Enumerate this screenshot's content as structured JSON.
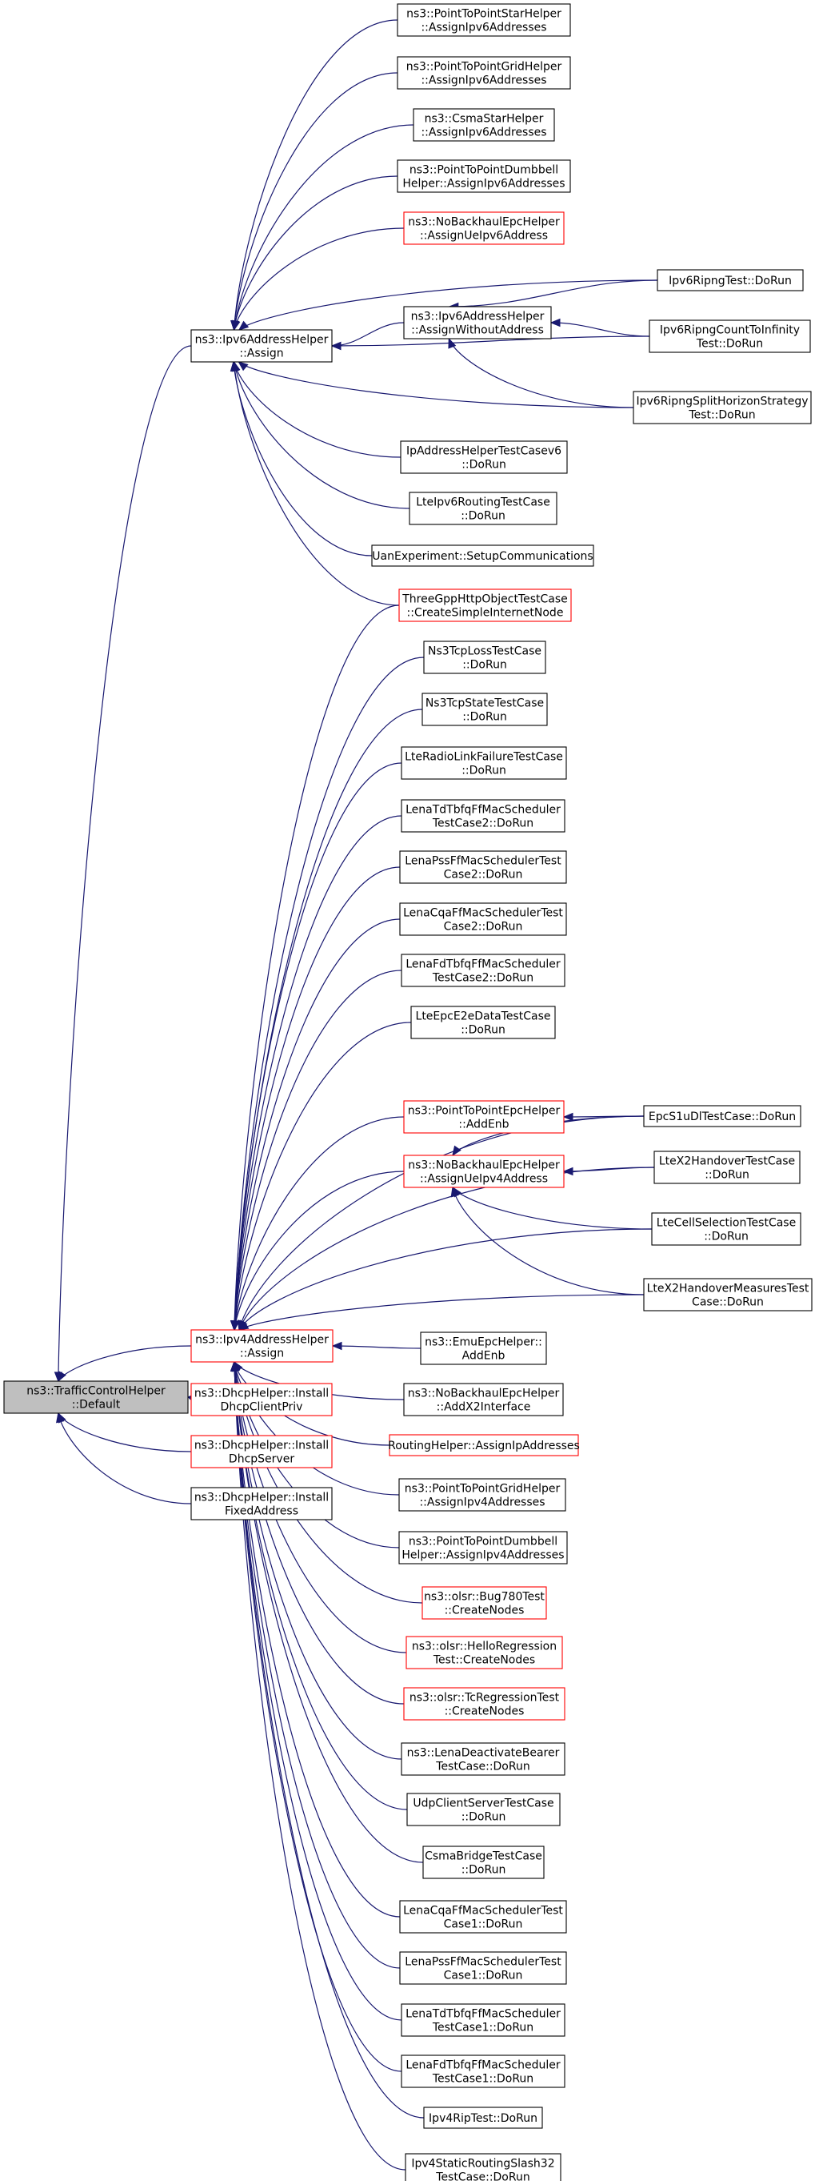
{
  "diagram": {
    "type": "call-graph",
    "colors": {
      "edge": "#191970",
      "node_border": "#000000",
      "node_border_external": "#ff0000",
      "root_fill": "#bfbfbf",
      "background": "#ffffff"
    },
    "nodes": [
      {
        "id": "root",
        "lines": [
          "ns3::TrafficControlHelper",
          "::Default"
        ],
        "style": "root"
      },
      {
        "id": "ipv6",
        "lines": [
          "ns3::Ipv6AddressHelper",
          "::Assign"
        ],
        "style": "normal"
      },
      {
        "id": "ipv4",
        "lines": [
          "ns3::Ipv4AddressHelper",
          "::Assign"
        ],
        "style": "external"
      },
      {
        "id": "dhcpClient",
        "lines": [
          "ns3::DhcpHelper::Install",
          "DhcpClientPriv"
        ],
        "style": "external"
      },
      {
        "id": "dhcpServer",
        "lines": [
          "ns3::DhcpHelper::Install",
          "DhcpServer"
        ],
        "style": "external"
      },
      {
        "id": "dhcpFixed",
        "lines": [
          "ns3::DhcpHelper::Install",
          "FixedAddress"
        ],
        "style": "normal"
      },
      {
        "id": "p2pStar6",
        "lines": [
          "ns3::PointToPointStarHelper",
          "::AssignIpv6Addresses"
        ],
        "style": "normal"
      },
      {
        "id": "p2pGrid6",
        "lines": [
          "ns3::PointToPointGridHelper",
          "::AssignIpv6Addresses"
        ],
        "style": "normal"
      },
      {
        "id": "csmaStar6",
        "lines": [
          "ns3::CsmaStarHelper",
          "::AssignIpv6Addresses"
        ],
        "style": "normal"
      },
      {
        "id": "p2pDumb6",
        "lines": [
          "ns3::PointToPointDumbbell",
          "Helper::AssignIpv6Addresses"
        ],
        "style": "normal"
      },
      {
        "id": "noBackhaul6",
        "lines": [
          "ns3::NoBackhaulEpcHelper",
          "::AssignUeIpv6Address"
        ],
        "style": "external"
      },
      {
        "id": "ipv6WithoutAddr",
        "lines": [
          "ns3::Ipv6AddressHelper",
          "::AssignWithoutAddress"
        ],
        "style": "normal"
      },
      {
        "id": "ipAddrTest6",
        "lines": [
          "IpAddressHelperTestCasev6",
          "::DoRun"
        ],
        "style": "normal"
      },
      {
        "id": "lteIpv6Routing",
        "lines": [
          "LteIpv6RoutingTestCase",
          "::DoRun"
        ],
        "style": "normal"
      },
      {
        "id": "uanSetup",
        "lines": [
          "UanExperiment::SetupCommunications"
        ],
        "style": "normal"
      },
      {
        "id": "ripngTest",
        "lines": [
          "Ipv6RipngTest::DoRun"
        ],
        "style": "normal"
      },
      {
        "id": "ripngCount",
        "lines": [
          "Ipv6RipngCountToInfinity",
          "Test::DoRun"
        ],
        "style": "normal"
      },
      {
        "id": "ripngSplit",
        "lines": [
          "Ipv6RipngSplitHorizonStrategy",
          "Test::DoRun"
        ],
        "style": "normal"
      },
      {
        "id": "threeGpp",
        "lines": [
          "ThreeGppHttpObjectTestCase",
          "::CreateSimpleInternetNode"
        ],
        "style": "external"
      },
      {
        "id": "ns3TcpLoss",
        "lines": [
          "Ns3TcpLossTestCase",
          "::DoRun"
        ],
        "style": "normal"
      },
      {
        "id": "ns3TcpState",
        "lines": [
          "Ns3TcpStateTestCase",
          "::DoRun"
        ],
        "style": "normal"
      },
      {
        "id": "lteRlf",
        "lines": [
          "LteRadioLinkFailureTestCase",
          "::DoRun"
        ],
        "style": "normal"
      },
      {
        "id": "lenaTdTbfq2",
        "lines": [
          "LenaTdTbfqFfMacScheduler",
          "TestCase2::DoRun"
        ],
        "style": "normal"
      },
      {
        "id": "lenaPss2",
        "lines": [
          "LenaPssFfMacSchedulerTest",
          "Case2::DoRun"
        ],
        "style": "normal"
      },
      {
        "id": "lenaCqa2",
        "lines": [
          "LenaCqaFfMacSchedulerTest",
          "Case2::DoRun"
        ],
        "style": "normal"
      },
      {
        "id": "lenaFdTbfq2",
        "lines": [
          "LenaFdTbfqFfMacScheduler",
          "TestCase2::DoRun"
        ],
        "style": "normal"
      },
      {
        "id": "lteEpcE2e",
        "lines": [
          "LteEpcE2eDataTestCase",
          "::DoRun"
        ],
        "style": "normal"
      },
      {
        "id": "p2pEpcAddEnb",
        "lines": [
          "ns3::PointToPointEpcHelper",
          "::AddEnb"
        ],
        "style": "external"
      },
      {
        "id": "noBackhaul4",
        "lines": [
          "ns3::NoBackhaulEpcHelper",
          "::AssignUeIpv4Address"
        ],
        "style": "external"
      },
      {
        "id": "epcS1u",
        "lines": [
          "EpcS1uDlTestCase::DoRun"
        ],
        "style": "normal"
      },
      {
        "id": "lteX2Handover",
        "lines": [
          "LteX2HandoverTestCase",
          "::DoRun"
        ],
        "style": "normal"
      },
      {
        "id": "lteCellSel",
        "lines": [
          "LteCellSelectionTestCase",
          "::DoRun"
        ],
        "style": "normal"
      },
      {
        "id": "lteX2HandoverMeas",
        "lines": [
          "LteX2HandoverMeasuresTest",
          "Case::DoRun"
        ],
        "style": "normal"
      },
      {
        "id": "emuEpc",
        "lines": [
          "ns3::EmuEpcHelper::",
          "AddEnb"
        ],
        "style": "normal"
      },
      {
        "id": "noBackhaulX2",
        "lines": [
          "ns3::NoBackhaulEpcHelper",
          "::AddX2Interface"
        ],
        "style": "normal"
      },
      {
        "id": "routingHelper",
        "lines": [
          "RoutingHelper::AssignIpAddresses"
        ],
        "style": "external"
      },
      {
        "id": "p2pGrid4",
        "lines": [
          "ns3::PointToPointGridHelper",
          "::AssignIpv4Addresses"
        ],
        "style": "normal"
      },
      {
        "id": "p2pDumb4",
        "lines": [
          "ns3::PointToPointDumbbell",
          "Helper::AssignIpv4Addresses"
        ],
        "style": "normal"
      },
      {
        "id": "olsrBug780",
        "lines": [
          "ns3::olsr::Bug780Test",
          "::CreateNodes"
        ],
        "style": "external"
      },
      {
        "id": "olsrHello",
        "lines": [
          "ns3::olsr::HelloRegression",
          "Test::CreateNodes"
        ],
        "style": "external"
      },
      {
        "id": "olsrTc",
        "lines": [
          "ns3::olsr::TcRegressionTest",
          "::CreateNodes"
        ],
        "style": "external"
      },
      {
        "id": "lenaDeactivate",
        "lines": [
          "ns3::LenaDeactivateBearer",
          "TestCase::DoRun"
        ],
        "style": "normal"
      },
      {
        "id": "udpClientServer",
        "lines": [
          "UdpClientServerTestCase",
          "::DoRun"
        ],
        "style": "normal"
      },
      {
        "id": "csmaBridge",
        "lines": [
          "CsmaBridgeTestCase",
          "::DoRun"
        ],
        "style": "normal"
      },
      {
        "id": "lenaCqa1",
        "lines": [
          "LenaCqaFfMacSchedulerTest",
          "Case1::DoRun"
        ],
        "style": "normal"
      },
      {
        "id": "lenaPss1",
        "lines": [
          "LenaPssFfMacSchedulerTest",
          "Case1::DoRun"
        ],
        "style": "normal"
      },
      {
        "id": "lenaTdTbfq1",
        "lines": [
          "LenaTdTbfqFfMacScheduler",
          "TestCase1::DoRun"
        ],
        "style": "normal"
      },
      {
        "id": "lenaFdTbfq1",
        "lines": [
          "LenaFdTbfqFfMacScheduler",
          "TestCase1::DoRun"
        ],
        "style": "normal"
      },
      {
        "id": "ipv4Rip",
        "lines": [
          "Ipv4RipTest::DoRun"
        ],
        "style": "normal"
      },
      {
        "id": "ipv4StaticSlash32",
        "lines": [
          "Ipv4StaticRoutingSlash32",
          "TestCase::DoRun"
        ],
        "style": "normal"
      }
    ],
    "edges": [
      [
        "ipv6",
        "root"
      ],
      [
        "ipv4",
        "root"
      ],
      [
        "dhcpClient",
        "root"
      ],
      [
        "dhcpServer",
        "root"
      ],
      [
        "dhcpFixed",
        "root"
      ],
      [
        "p2pStar6",
        "ipv6"
      ],
      [
        "p2pGrid6",
        "ipv6"
      ],
      [
        "csmaStar6",
        "ipv6"
      ],
      [
        "p2pDumb6",
        "ipv6"
      ],
      [
        "noBackhaul6",
        "ipv6"
      ],
      [
        "ipv6WithoutAddr",
        "ipv6"
      ],
      [
        "ipAddrTest6",
        "ipv6"
      ],
      [
        "lteIpv6Routing",
        "ipv6"
      ],
      [
        "uanSetup",
        "ipv6"
      ],
      [
        "threeGpp",
        "ipv6"
      ],
      [
        "ripngTest",
        "ipv6"
      ],
      [
        "ripngCount",
        "ipv6"
      ],
      [
        "ripngSplit",
        "ipv6"
      ],
      [
        "ripngTest",
        "ipv6WithoutAddr"
      ],
      [
        "ripngCount",
        "ipv6WithoutAddr"
      ],
      [
        "ripngSplit",
        "ipv6WithoutAddr"
      ],
      [
        "threeGpp",
        "ipv4"
      ],
      [
        "ns3TcpLoss",
        "ipv4"
      ],
      [
        "ns3TcpState",
        "ipv4"
      ],
      [
        "lteRlf",
        "ipv4"
      ],
      [
        "lenaTdTbfq2",
        "ipv4"
      ],
      [
        "lenaPss2",
        "ipv4"
      ],
      [
        "lenaCqa2",
        "ipv4"
      ],
      [
        "lenaFdTbfq2",
        "ipv4"
      ],
      [
        "lteEpcE2e",
        "ipv4"
      ],
      [
        "p2pEpcAddEnb",
        "ipv4"
      ],
      [
        "noBackhaul4",
        "ipv4"
      ],
      [
        "epcS1u",
        "ipv4"
      ],
      [
        "lteX2Handover",
        "ipv4"
      ],
      [
        "lteCellSel",
        "ipv4"
      ],
      [
        "lteX2HandoverMeas",
        "ipv4"
      ],
      [
        "epcS1u",
        "p2pEpcAddEnb"
      ],
      [
        "epcS1u",
        "noBackhaul4"
      ],
      [
        "lteX2Handover",
        "noBackhaul4"
      ],
      [
        "lteCellSel",
        "noBackhaul4"
      ],
      [
        "lteX2HandoverMeas",
        "noBackhaul4"
      ],
      [
        "emuEpc",
        "ipv4"
      ],
      [
        "noBackhaulX2",
        "ipv4"
      ],
      [
        "routingHelper",
        "ipv4"
      ],
      [
        "p2pGrid4",
        "ipv4"
      ],
      [
        "p2pDumb4",
        "ipv4"
      ],
      [
        "olsrBug780",
        "ipv4"
      ],
      [
        "olsrHello",
        "ipv4"
      ],
      [
        "olsrTc",
        "ipv4"
      ],
      [
        "lenaDeactivate",
        "ipv4"
      ],
      [
        "udpClientServer",
        "ipv4"
      ],
      [
        "csmaBridge",
        "ipv4"
      ],
      [
        "lenaCqa1",
        "ipv4"
      ],
      [
        "lenaPss1",
        "ipv4"
      ],
      [
        "lenaTdTbfq1",
        "ipv4"
      ],
      [
        "lenaFdTbfq1",
        "ipv4"
      ],
      [
        "ipv4Rip",
        "ipv4"
      ],
      [
        "ipv4StaticSlash32",
        "ipv4"
      ]
    ]
  }
}
